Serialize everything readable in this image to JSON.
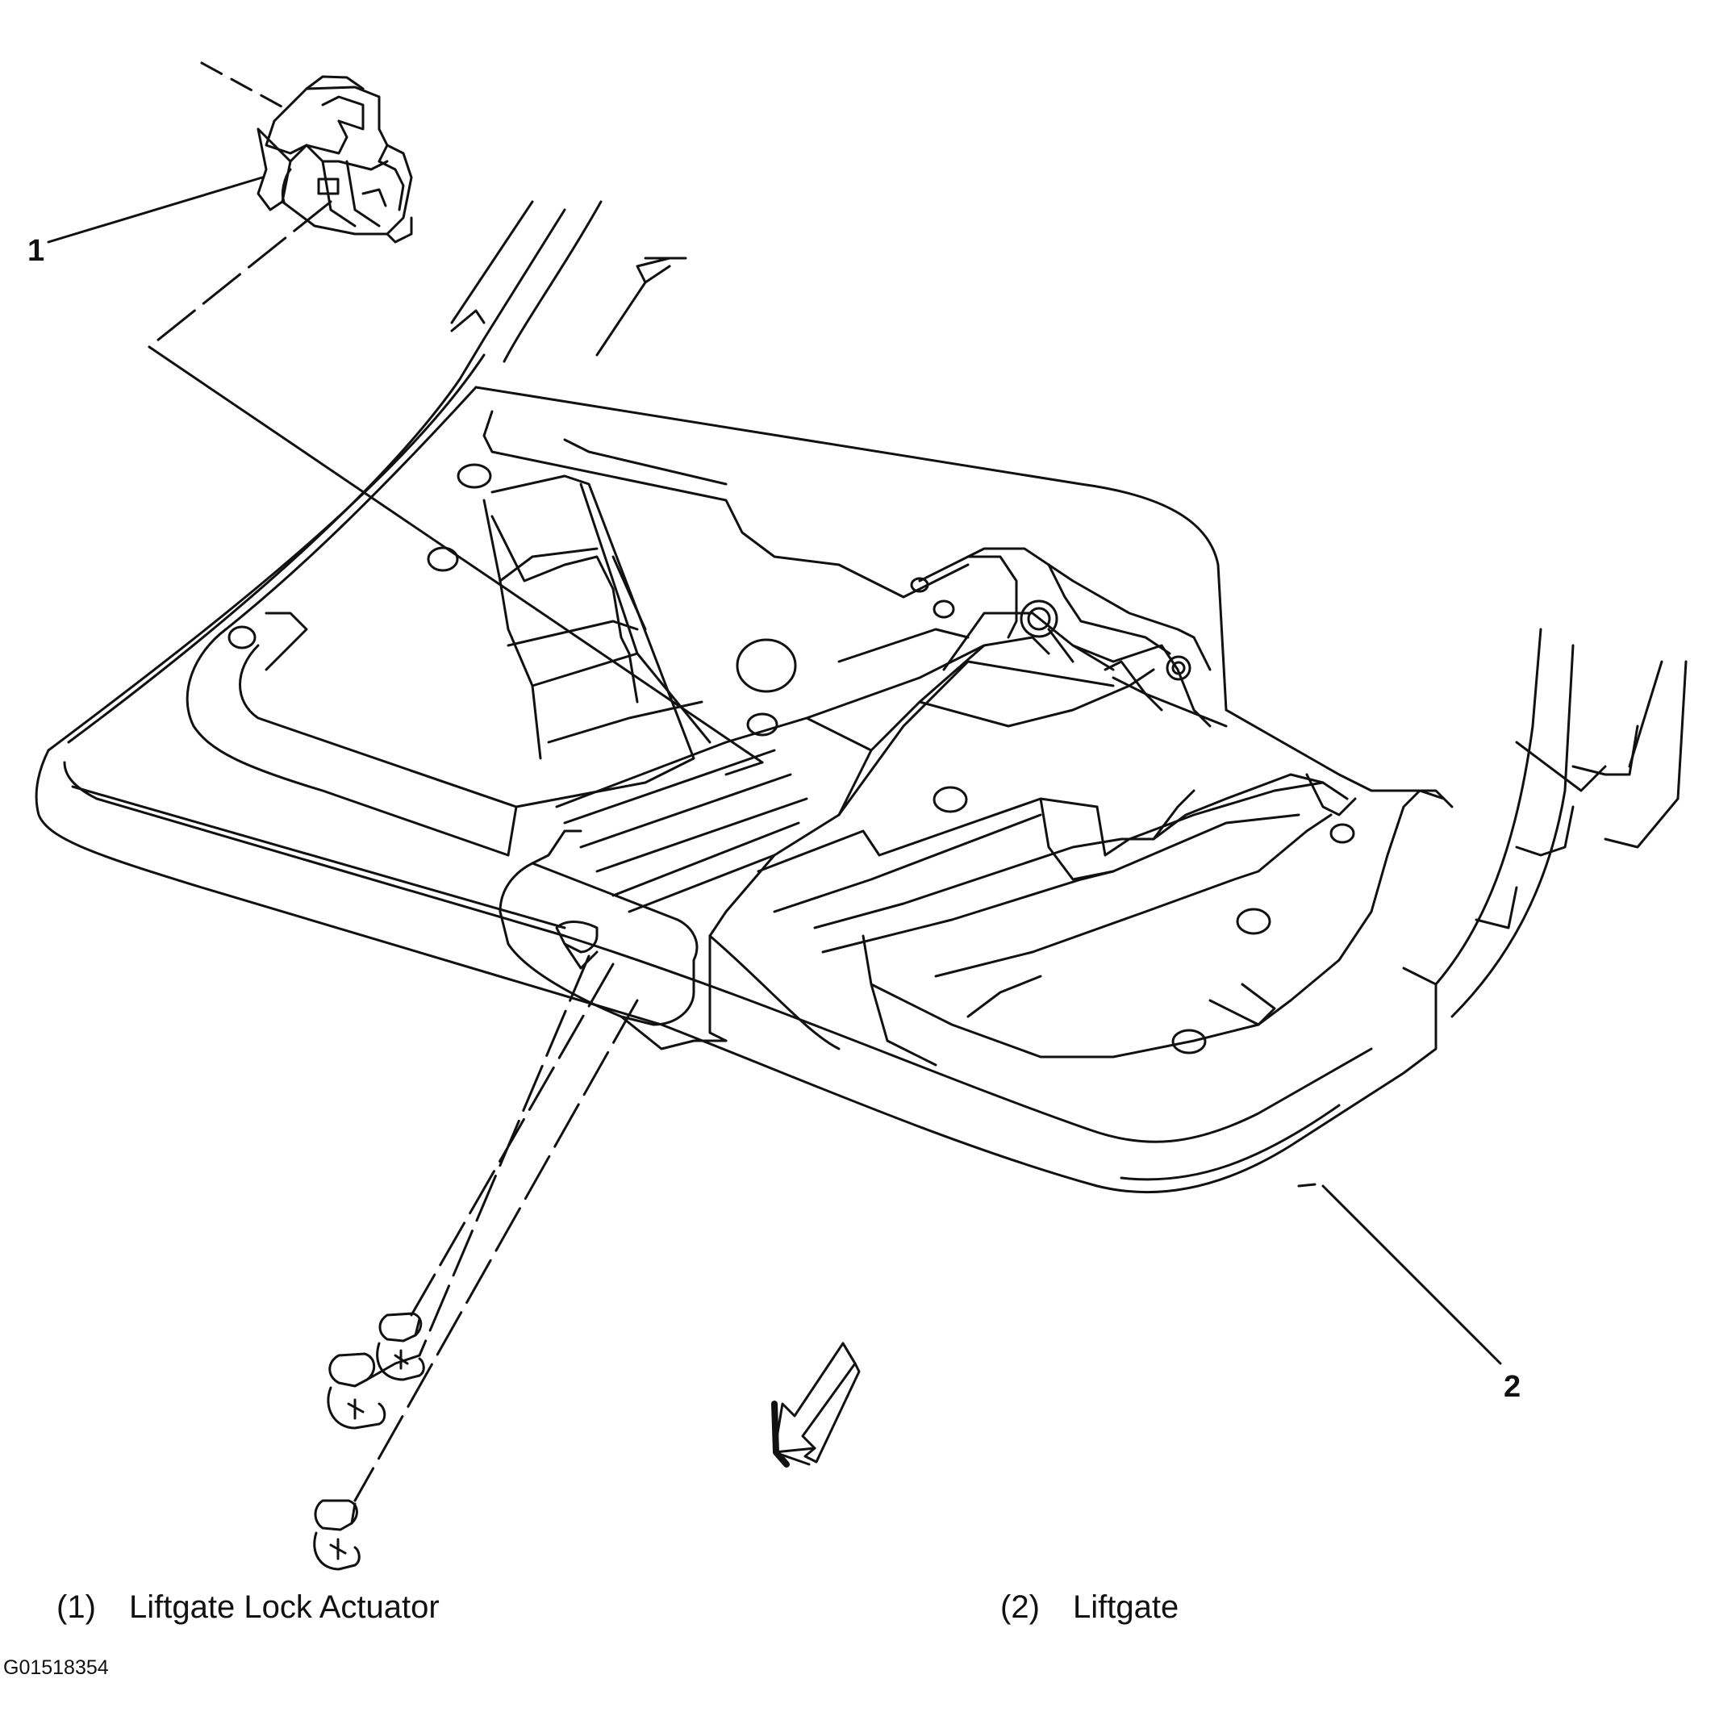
{
  "callouts": [
    {
      "number": "1",
      "label": "Liftgate Lock Actuator"
    },
    {
      "number": "2",
      "label": "Liftgate"
    }
  ],
  "legend": [
    {
      "number": "(1)",
      "text": "Liftgate Lock Actuator"
    },
    {
      "number": "(2)",
      "text": "Liftgate"
    }
  ],
  "figure_code": "G01518354",
  "colors": {
    "line": "#111111",
    "background": "#ffffff"
  },
  "icons": [
    "direction-arrow-icon"
  ]
}
